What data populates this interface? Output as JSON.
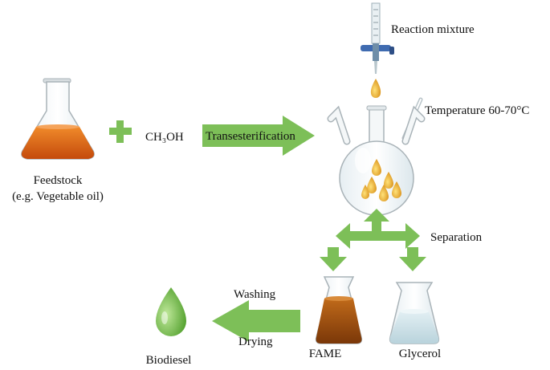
{
  "labels": {
    "reaction_mixture": "Reaction mixture",
    "temperature": "Temperature 60-70°C",
    "feedstock": "Feedstock",
    "feedstock_example": "(e.g. Vegetable oil)",
    "methanol": "CH₃OH",
    "transesterification": "Transesterification",
    "separation": "Separation",
    "washing": "Washing",
    "drying": "Drying",
    "fame": "FAME",
    "glycerol": "Glycerol",
    "biodiesel": "Biodiesel"
  },
  "colors": {
    "arrow_green": "#7dbf58",
    "oil_orange": "#e2611a",
    "fame_brown": "#9c4a0e",
    "droplet_yellow": "#e9a51c",
    "biodiesel_green": "#6fbe43",
    "glycerol_blue": "#cfe3ea"
  }
}
